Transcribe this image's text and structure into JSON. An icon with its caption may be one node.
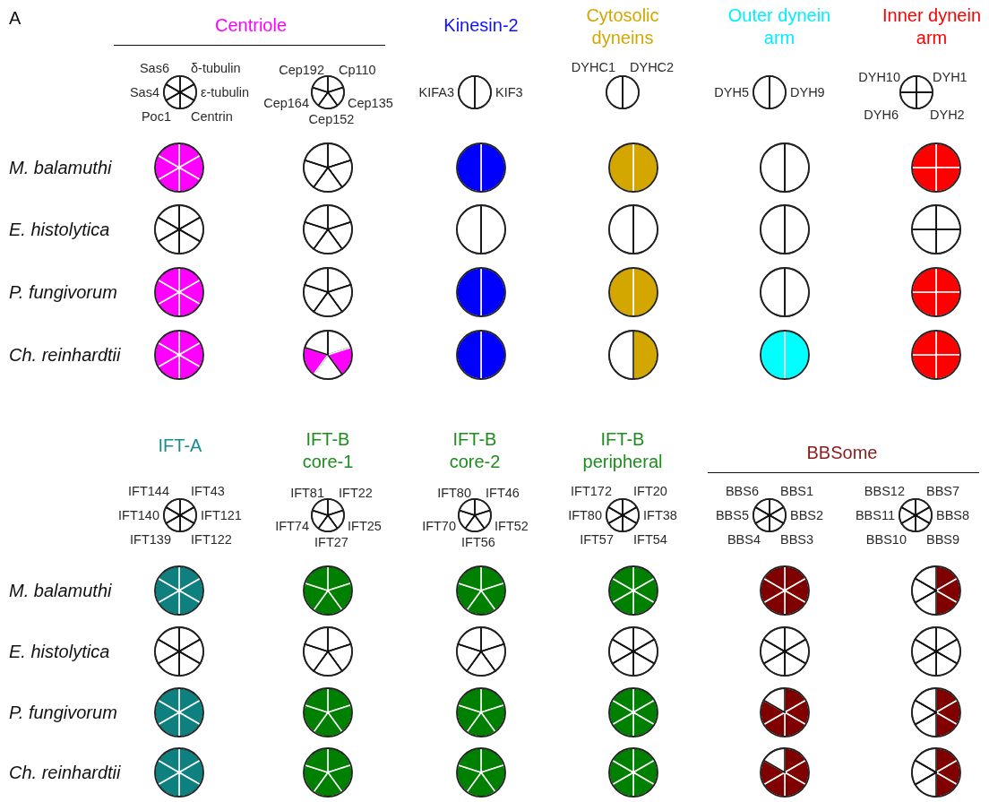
{
  "diagram": {
    "nodes": [
      {
        "text": [],
        "shape": "circle",
        "beside": [
          "Sas6",
          "δ-tubulin",
          "Sas4",
          "ε-tubulin",
          "Poc1",
          "Centrin"
        ]
      },
      {
        "text": [],
        "shape": "circle",
        "beside": [
          "Cep192",
          "Cp110",
          "Cep164",
          "Cep135",
          "Cep152"
        ]
      },
      {
        "text": [],
        "shape": "circle",
        "beside": [
          "KIFA3",
          "KIF3"
        ]
      },
      {
        "text": [],
        "shape": "circle",
        "beside": [
          "DYHC1",
          "DYHC2"
        ]
      },
      {
        "text": [],
        "shape": "circle",
        "beside": [
          "DYH5",
          "DYH9"
        ]
      },
      {
        "text": [],
        "shape": "circle",
        "beside": [
          "DYH10",
          "DYH1",
          "DYH6",
          "DYH2"
        ]
      },
      {
        "text": [],
        "shape": "circle"
      },
      {
        "text": [],
        "shape": "circle"
      },
      {
        "text": [],
        "shape": "circle"
      },
      {
        "text": [],
        "shape": "circle"
      },
      {
        "text": [],
        "shape": "circle"
      },
      {
        "text": [],
        "shape": "circle"
      },
      {
        "text": [],
        "shape": "circle"
      },
      {
        "text": [],
        "shape": "circle"
      },
      {
        "text": [],
        "shape": "circle"
      },
      {
        "text": [],
        "shape": "circle"
      },
      {
        "text": [],
        "shape": "circle"
      },
      {
        "text": [],
        "shape": "circle"
      },
      {
        "text": [],
        "shape": "circle"
      },
      {
        "text": [],
        "shape": "circle"
      },
      {
        "text": [],
        "shape": "circle"
      },
      {
        "text": [],
        "shape": "circle"
      },
      {
        "text": [],
        "shape": "circle"
      },
      {
        "text": [],
        "shape": "circle"
      },
      {
        "text": [],
        "shape": "circle"
      },
      {
        "text": [],
        "shape": "circle"
      },
      {
        "text": [],
        "shape": "circle"
      },
      {
        "text": [],
        "shape": "circle"
      },
      {
        "text": [],
        "shape": "circle"
      },
      {
        "text": [],
        "shape": "circle"
      },
      {
        "text": [],
        "shape": "circle",
        "beside": [
          "IFT144",
          "IFT43",
          "IFT140",
          "IFT121",
          "IFT139",
          "IFT122"
        ]
      },
      {
        "text": [],
        "shape": "circle",
        "beside": [
          "IFT81",
          "IFT22",
          "IFT74",
          "IFT25",
          "IFT27"
        ]
      },
      {
        "text": [],
        "shape": "circle",
        "beside": [
          "IFT80",
          "IFT46",
          "IFT70",
          "IFT52",
          "IFT56"
        ]
      },
      {
        "text": [],
        "shape": "circle",
        "beside": [
          "IFT172",
          "IFT20",
          "IFT80",
          "IFT38",
          "IFT57",
          "IFT54"
        ]
      },
      {
        "text": [],
        "shape": "circle",
        "beside": [
          "BBS6",
          "BBS1",
          "BBS5",
          "BBS2",
          "BBS4",
          "BBS3"
        ]
      },
      {
        "text": [],
        "shape": "circle",
        "beside": [
          "BBS12",
          "BBS7",
          "BBS11",
          "BBS8",
          "BBS10",
          "BBS9"
        ]
      },
      {
        "text": [],
        "shape": "circle"
      },
      {
        "text": [],
        "shape": "circle"
      },
      {
        "text": [],
        "shape": "circle"
      },
      {
        "text": [],
        "shape": "circle"
      },
      {
        "text": [],
        "shape": "circle"
      },
      {
        "text": [],
        "shape": "circle"
      },
      {
        "text": [],
        "shape": "circle"
      },
      {
        "text": [],
        "shape": "circle"
      },
      {
        "text": [],
        "shape": "circle"
      },
      {
        "text": [],
        "shape": "circle"
      },
      {
        "text": [],
        "shape": "circle"
      },
      {
        "text": [],
        "shape": "circle"
      },
      {
        "text": [],
        "shape": "circle"
      },
      {
        "text": [],
        "shape": "circle"
      },
      {
        "text": [],
        "shape": "circle"
      },
      {
        "text": [],
        "shape": "circle"
      },
      {
        "text": [],
        "shape": "circle"
      },
      {
        "text": [],
        "shape": "circle"
      },
      {
        "text": [],
        "shape": "circle"
      },
      {
        "text": [],
        "shape": "circle"
      },
      {
        "text": [],
        "shape": "circle"
      },
      {
        "text": [],
        "shape": "circle"
      },
      {
        "text": [],
        "shape": "circle"
      },
      {
        "text": [],
        "shape": "circle"
      }
    ],
    "labels": [
      "A",
      "Centriole",
      "Kinesin-2",
      "Cytosolic dyneins",
      "Outer dynein arm",
      "Inner dynein arm",
      "M. balamuthi",
      "E. histolytica",
      "P. fungivorum",
      "Ch. reinhardtii",
      "IFT-A",
      "IFT-B core-1",
      "IFT-B core-2",
      "IFT-B peripheral",
      "BBSome",
      "M. balamuthi",
      "E. histolytica",
      "P. fungivorum",
      "Ch. reinhardtii"
    ]
  }
}
